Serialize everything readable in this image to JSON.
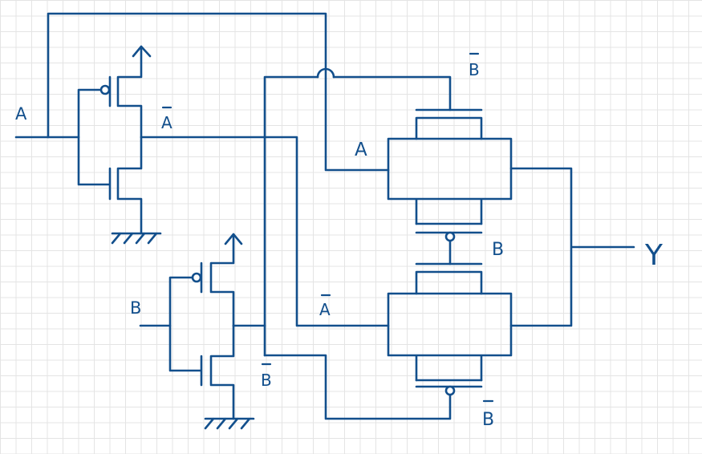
{
  "colors": {
    "ink": "#124f8c",
    "grid": "#e4e4e4",
    "paper": "#ffffff"
  },
  "labels": {
    "input_a": "A",
    "a_bar_top": "A",
    "input_b": "B",
    "b_bar_left": "B",
    "b_bar_top": "B",
    "a_pass_top": "A",
    "b_pass_mid": "B",
    "a_bar_bottom": "A",
    "b_bar_bottom": "B",
    "output_y": "Y"
  },
  "symbols": [
    "power-arrow-icon",
    "ground-icon",
    "pmos-transistor",
    "nmos-transistor",
    "transmission-gate",
    "inversion-bubble-icon",
    "wire-crossover-hop-icon"
  ]
}
